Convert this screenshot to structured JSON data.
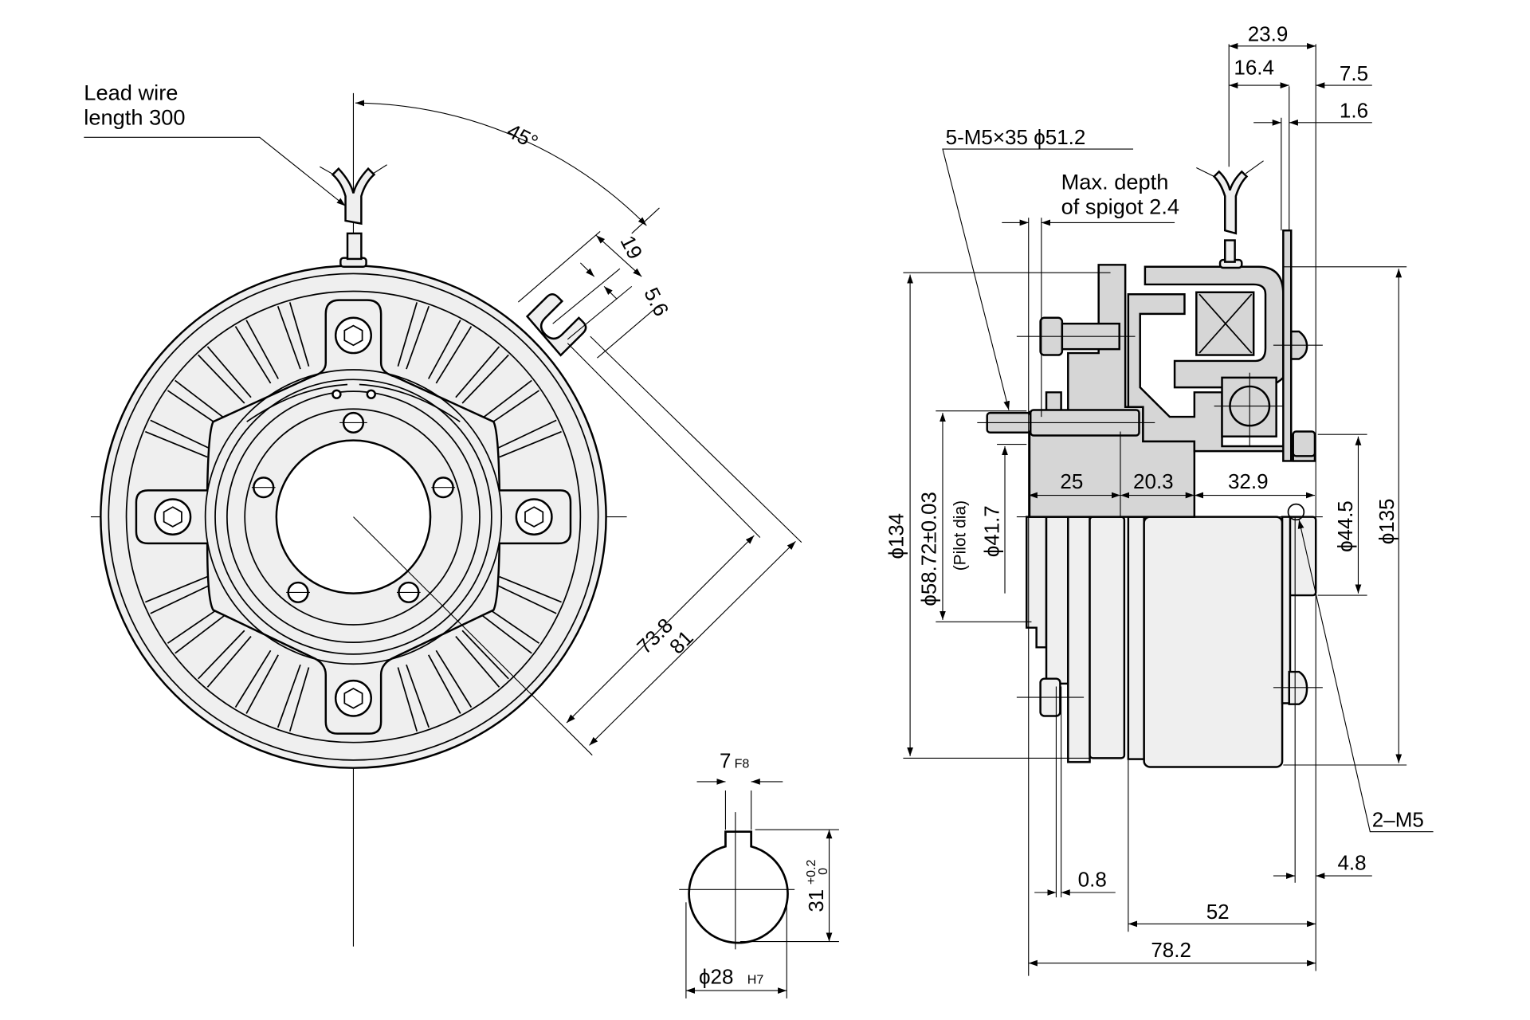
{
  "front_view": {
    "lead_wire_label_line1": "Lead wire",
    "lead_wire_label_line2": "length 300",
    "angle": "45°",
    "dim_19": "19",
    "dim_5_6": "5.6",
    "dim_73_8": "73.8",
    "dim_81": "81"
  },
  "bore_detail": {
    "key_width": "7",
    "key_width_tol": "F8",
    "height": "31",
    "height_tol_upper": "+0.2",
    "height_tol_lower": "0",
    "bore_dia": "ϕ28",
    "bore_dia_tol": "H7"
  },
  "side_view": {
    "bolts_label": "5-M5×35 ϕ51.2",
    "spigot_line1": "Max. depth",
    "spigot_line2": "of spigot 2.4",
    "dim_23_9": "23.9",
    "dim_16_4": "16.4",
    "dim_7_5": "7.5",
    "dim_1_6": "1.6",
    "dim_25": "25",
    "dim_20_3": "20.3",
    "dim_32_9": "32.9",
    "dia_134": "ϕ134",
    "dia_58_72": "ϕ58.72±0.03",
    "pilot_dia": "(Pilot dia)",
    "dia_41_7": "ϕ41.7",
    "dia_44_5": "ϕ44.5",
    "dia_135": "ϕ135",
    "tap_label": "2–M5",
    "dim_4_8": "4.8",
    "dim_0_8": "0.8",
    "dim_52": "52",
    "dim_78_2": "78.2"
  }
}
